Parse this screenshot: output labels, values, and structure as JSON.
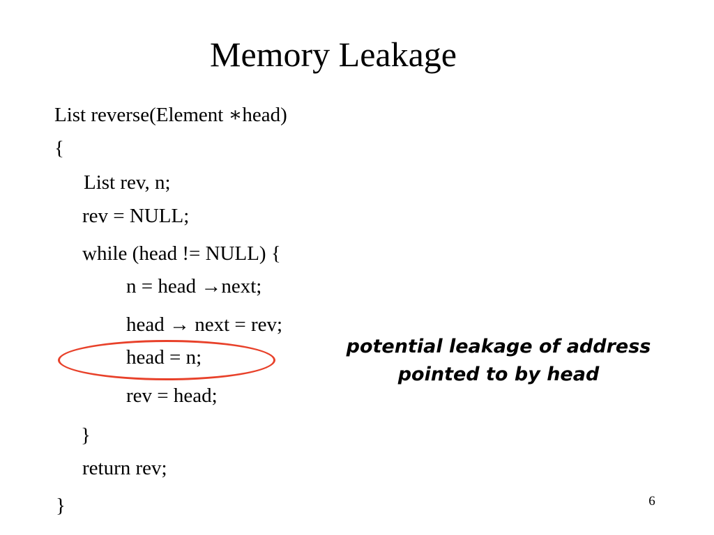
{
  "slide": {
    "title": "Memory Leakage",
    "page_number": "6"
  },
  "code": {
    "lines": [
      "List reverse(Element ∗head)",
      "{",
      "List rev, n;",
      "rev = NULL;",
      "while (head != NULL) {",
      "n = head →next;",
      "head → next = rev;",
      "head = n;",
      "rev = head;",
      "}",
      "return rev;",
      "}"
    ]
  },
  "annotation": {
    "line1": "potential leakage of address",
    "line2": "pointed to by head",
    "highlight_color": "#e8412a"
  }
}
